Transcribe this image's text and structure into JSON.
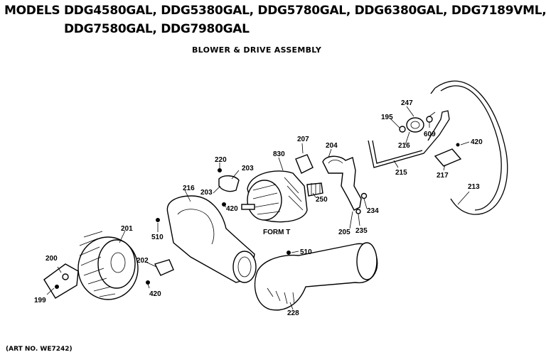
{
  "header": {
    "models_line1": "MODELS DDG4580GAL, DDG5380GAL, DDG5780GAL, DDG6380GAL, DDG7189VML,",
    "models_line2": "DDG7580GAL, DDG7980GAL",
    "subtitle": "BLOWER & DRIVE ASSEMBLY"
  },
  "footer": {
    "art_no": "(ART NO. WE7242)"
  },
  "motor_caption": "FORM T",
  "parts": {
    "p199": "199",
    "p200": "200",
    "p201": "201",
    "p202": "202",
    "p420a": "420",
    "p510a": "510",
    "p216": "216",
    "p220": "220",
    "p203a": "203",
    "p203b": "203",
    "p420b": "420",
    "p830": "830",
    "p207": "207",
    "p250": "250",
    "p204": "204",
    "p234": "234",
    "p205": "205",
    "p235": "235",
    "p510b": "510",
    "p228": "228",
    "p195": "195",
    "p247": "247",
    "p609": "609",
    "p216b": "216",
    "p215": "215",
    "p420c": "420",
    "p217": "217",
    "p213": "213"
  }
}
